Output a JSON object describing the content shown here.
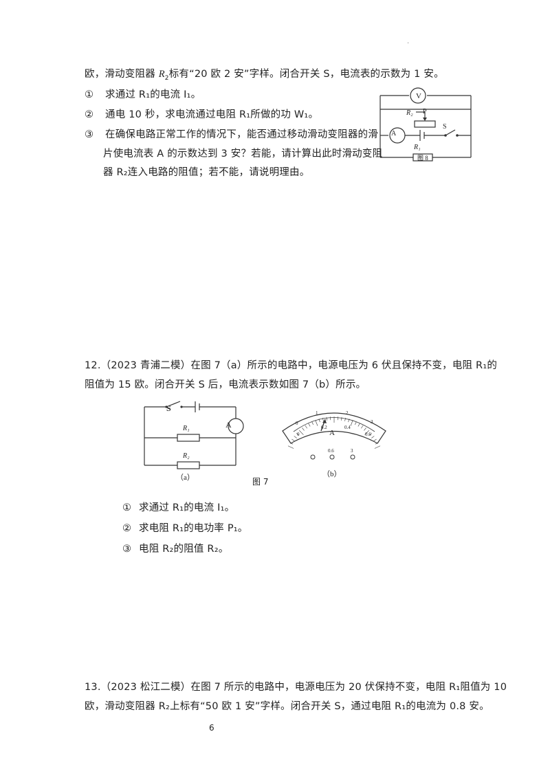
{
  "top_mark": "·",
  "q11": {
    "intro_a": "欧，滑动变阻器 ",
    "intro_r": "R",
    "intro_rsub": "2",
    "intro_b": "标有“20 欧  2 安”字样。闭合开关 S，电流表的示数为 1 安。",
    "items": [
      {
        "num": "①",
        "text": "求通过 R₁的电流 I₁。"
      },
      {
        "num": "②",
        "text": "通电 10 秒，求电流通过电阻 R₁所做的功 W₁。"
      },
      {
        "num": "③",
        "line1": "在确保电路正常工作的情况下，能否通过移动滑动变阻器的滑",
        "line2": "片使电流表 A 的示数达到 3 安？若能，请计算出此时滑动变阻",
        "line3": "器 R₂连入电路的阻值；若不能，请说明理由。"
      }
    ],
    "fig": {
      "v": "V",
      "r2": "R₂",
      "p": "P",
      "s": "S",
      "a": "A",
      "r1": "R₁",
      "caption": "图 8"
    }
  },
  "q12": {
    "line1": "12.（2023 青浦二模）在图 7（a）所示的电路中，电源电压为 6 伏且保持不变，电阻 R₁的",
    "line2": "阻值为 15 欧。闭合开关 S 后，电流表示数如图 7（b）所示。",
    "fig_a": {
      "s": "S",
      "a": "A",
      "r1": "R₁",
      "r2": "R₂",
      "caption": "（a）"
    },
    "fig_main_caption": "图 7",
    "fig_b": {
      "top_scale": [
        "0",
        "1",
        "2",
        "3"
      ],
      "bottom_scale": [
        "0",
        "0.2",
        "0.4",
        "0.6"
      ],
      "unit": "A",
      "terminals": [
        "",
        "0.6",
        "3"
      ],
      "caption": "（b）"
    },
    "items": [
      {
        "num": "①",
        "text": "求通过 R₁的电流 I₁。"
      },
      {
        "num": "②",
        "text": "求电阻 R₁的电功率 P₁。"
      },
      {
        "num": "③",
        "text": "电阻 R₂的阻值 R₂。"
      }
    ]
  },
  "q13": {
    "line1": "13.（2023 松江二模）在图 7 所示的电路中，电源电压为 20 伏保持不变，电阻 R₁阻值为 10",
    "line2": "欧，滑动变阻器 R₂上标有“50 欧  1 安”字样。闭合开关 S，通过电阻 R₁的电流为 0.8 安。"
  },
  "page_number": "6"
}
